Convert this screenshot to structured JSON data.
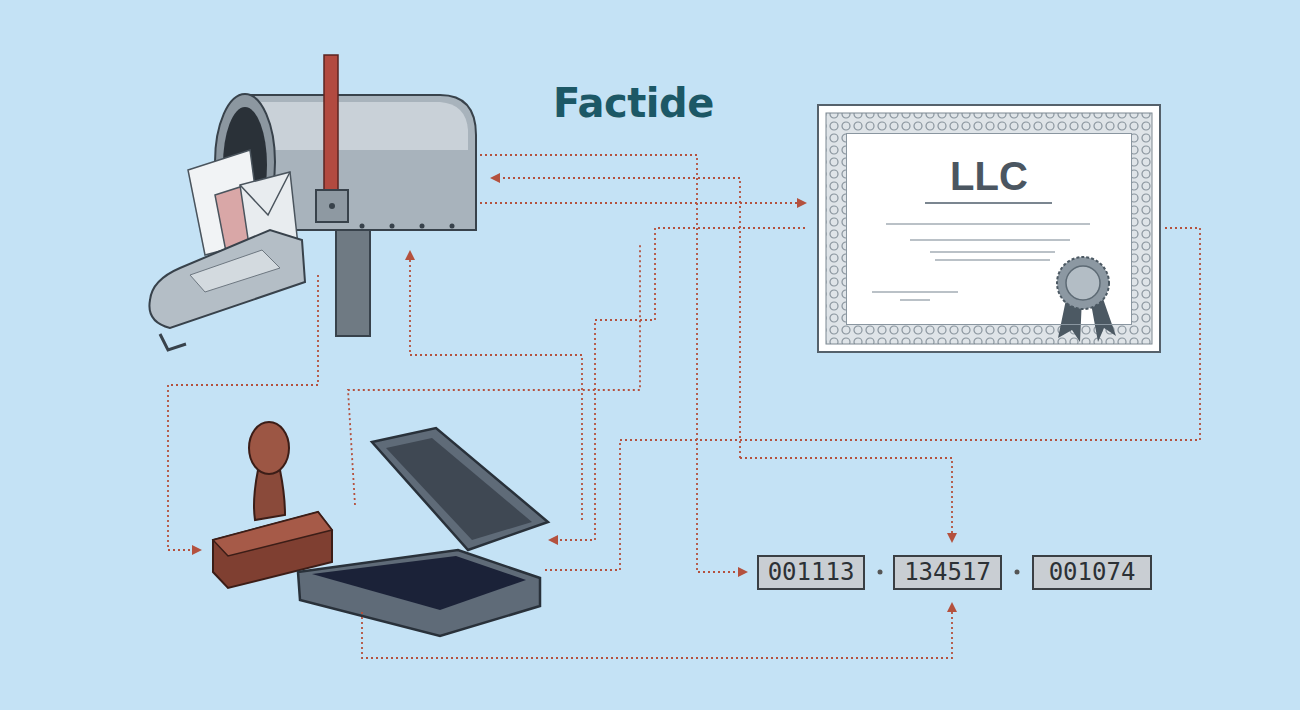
{
  "diagram": {
    "title": "Factide",
    "nodes": [
      {
        "text": [
          "LLC"
        ]
      },
      {
        "text": [
          "001113"
        ]
      },
      {
        "text": [
          "134517"
        ]
      },
      {
        "text": [
          "001074"
        ]
      }
    ]
  }
}
